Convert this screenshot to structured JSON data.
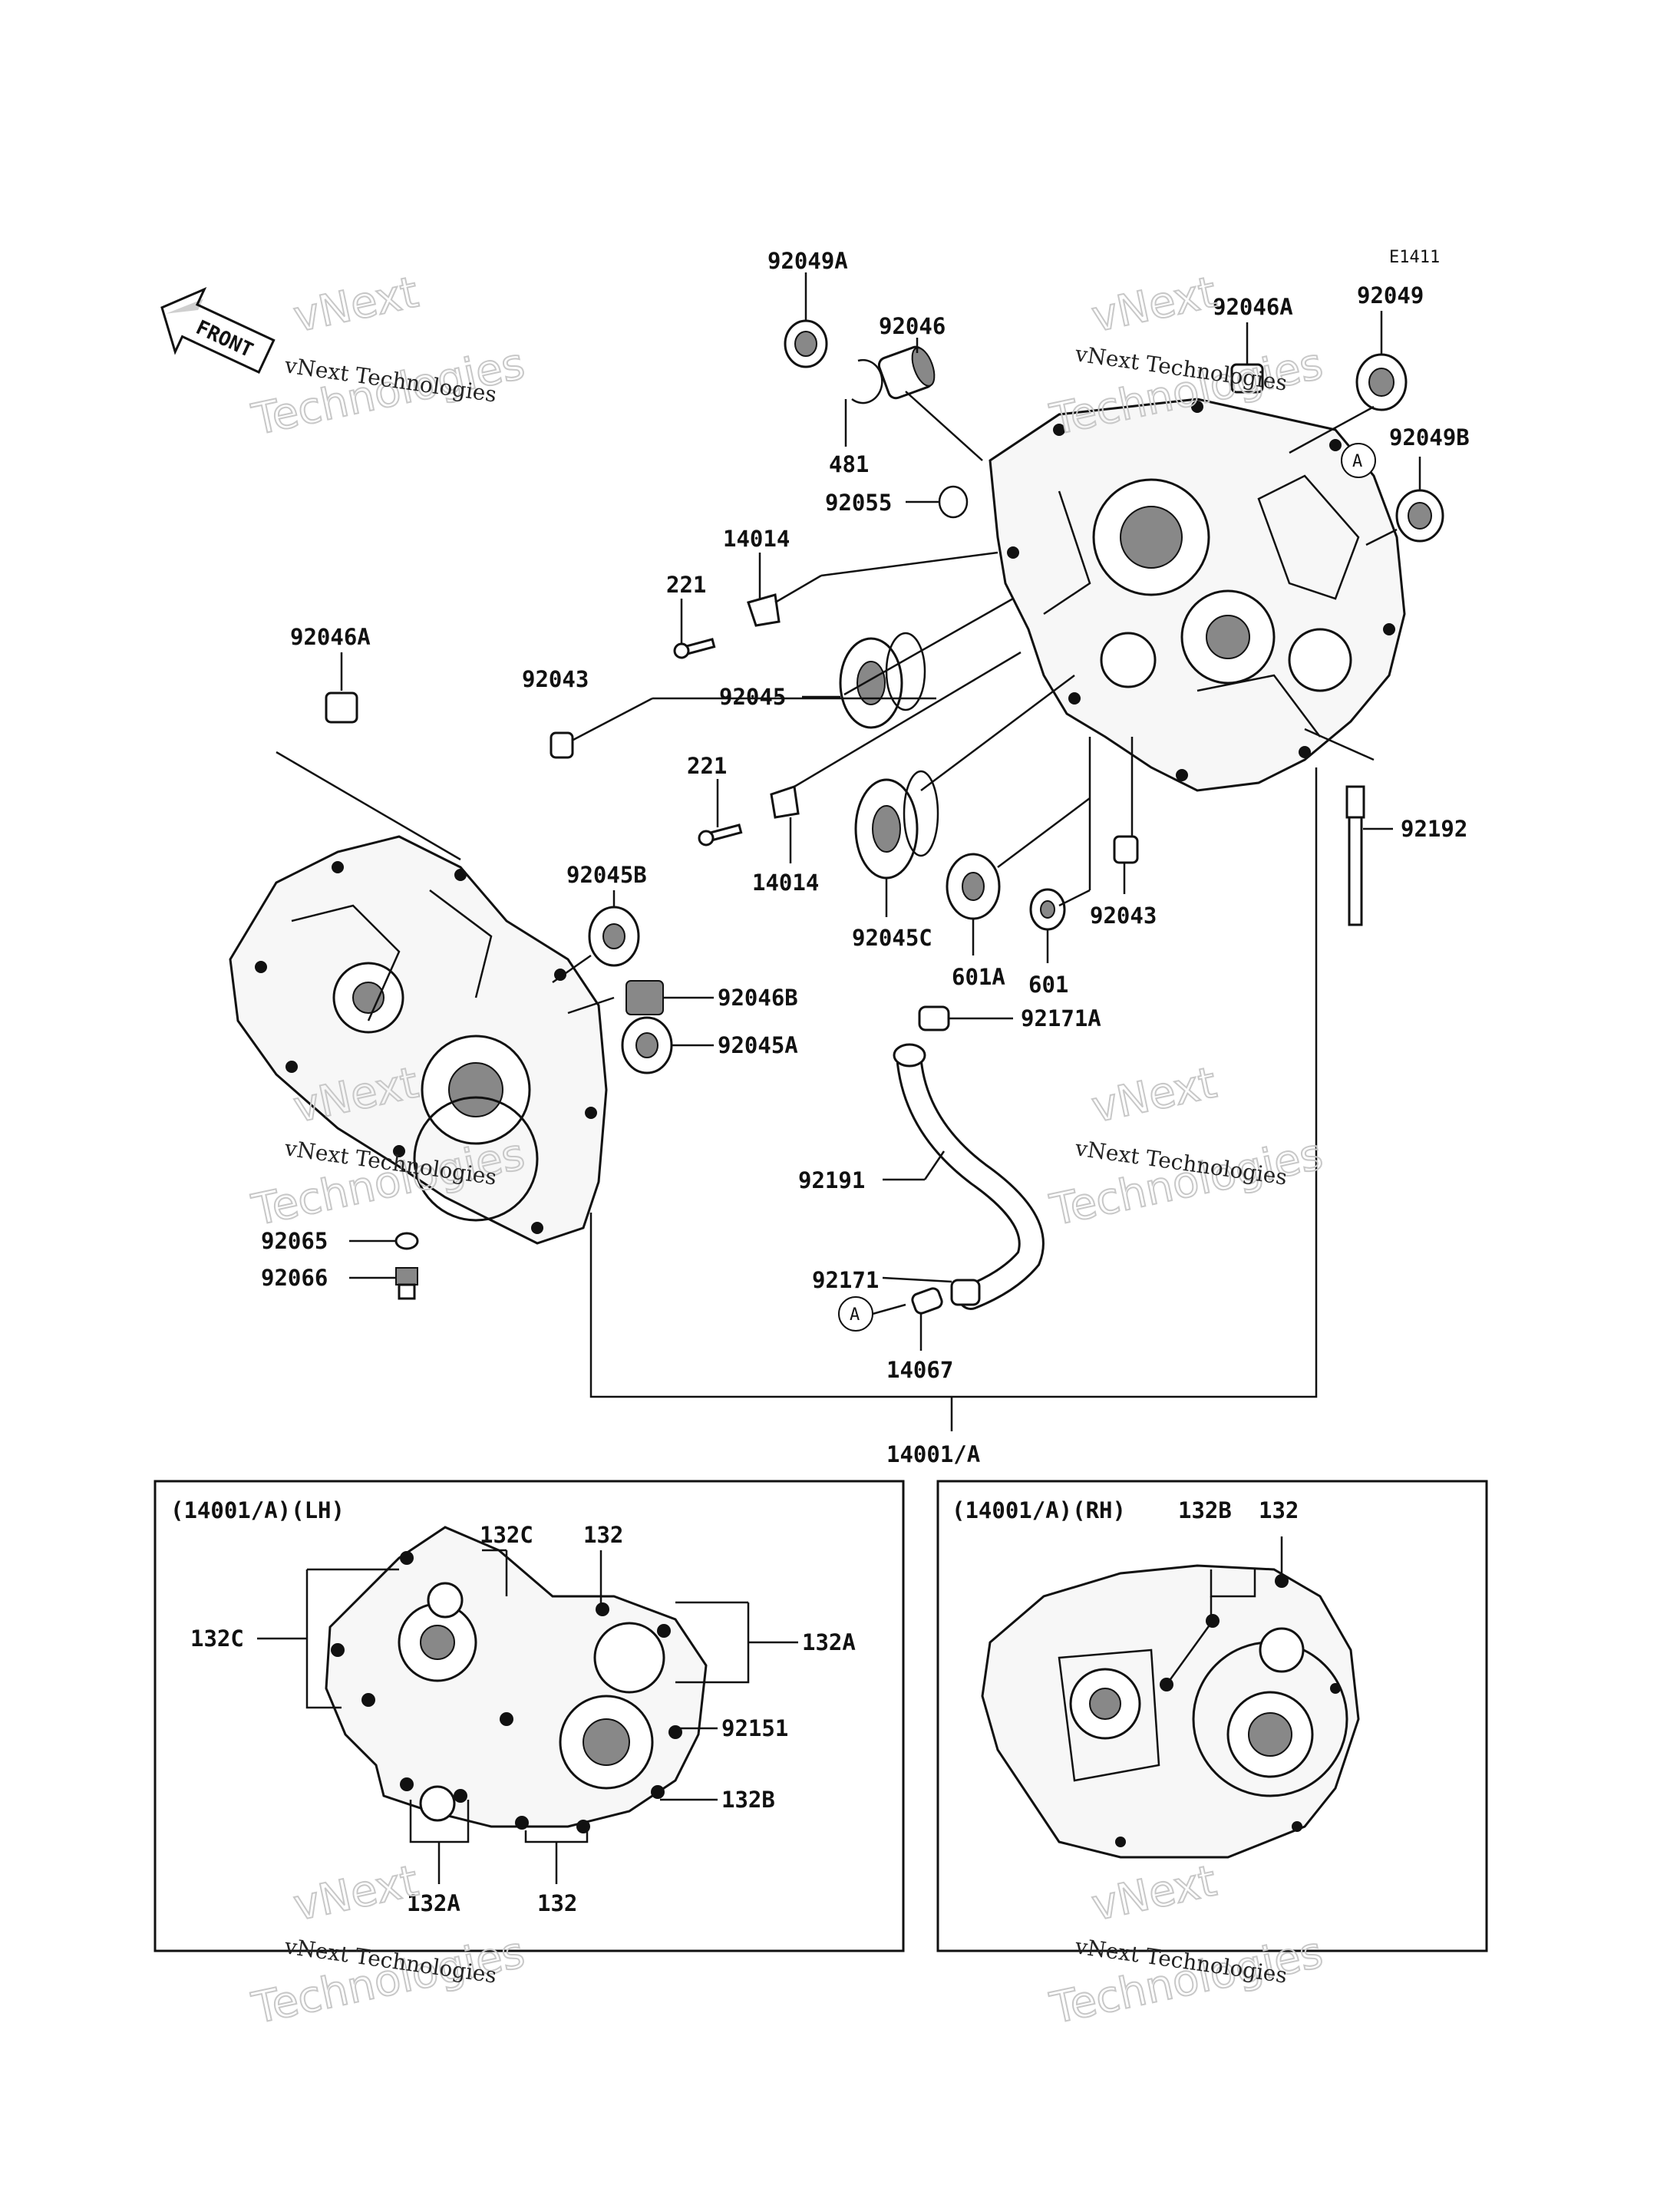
{
  "diagram_code": "E1411",
  "front_label": "FRONT",
  "watermark": {
    "line1": "vNext Technologies",
    "line2": "Technologies",
    "line3": "vNext"
  },
  "labels": {
    "p92049A": "92049A",
    "p92046": "92046",
    "p481": "481",
    "p92055": "92055",
    "p92046A_top": "92046A",
    "p92049": "92049",
    "p92049B": "92049B",
    "p14014_top": "14014",
    "p221_top": "221",
    "p92045": "92045",
    "p92043_left": "92043",
    "p92046A_left": "92046A",
    "p221_mid": "221",
    "p14014_mid": "14014",
    "p92045C": "92045C",
    "p601A": "601A",
    "p601": "601",
    "p92043_right": "92043",
    "p92192": "92192",
    "p92045B": "92045B",
    "p92046B": "92046B",
    "p92045A": "92045A",
    "p92171A": "92171A",
    "p92191": "92191",
    "p92065": "92065",
    "p92066": "92066",
    "p92171": "92171",
    "p14067": "14067",
    "p14001A": "14001/A",
    "ref_A": "A"
  },
  "lh_box": {
    "title": "(14001/A)(LH)",
    "l132C_top": "132C",
    "l132_top": "132",
    "l132C_left": "132C",
    "l132A_right": "132A",
    "l92151": "92151",
    "l132B": "132B",
    "l132A_bottom": "132A",
    "l132_bottom": "132"
  },
  "rh_box": {
    "title": "(14001/A)(RH)",
    "l132B": "132B",
    "l132": "132"
  }
}
